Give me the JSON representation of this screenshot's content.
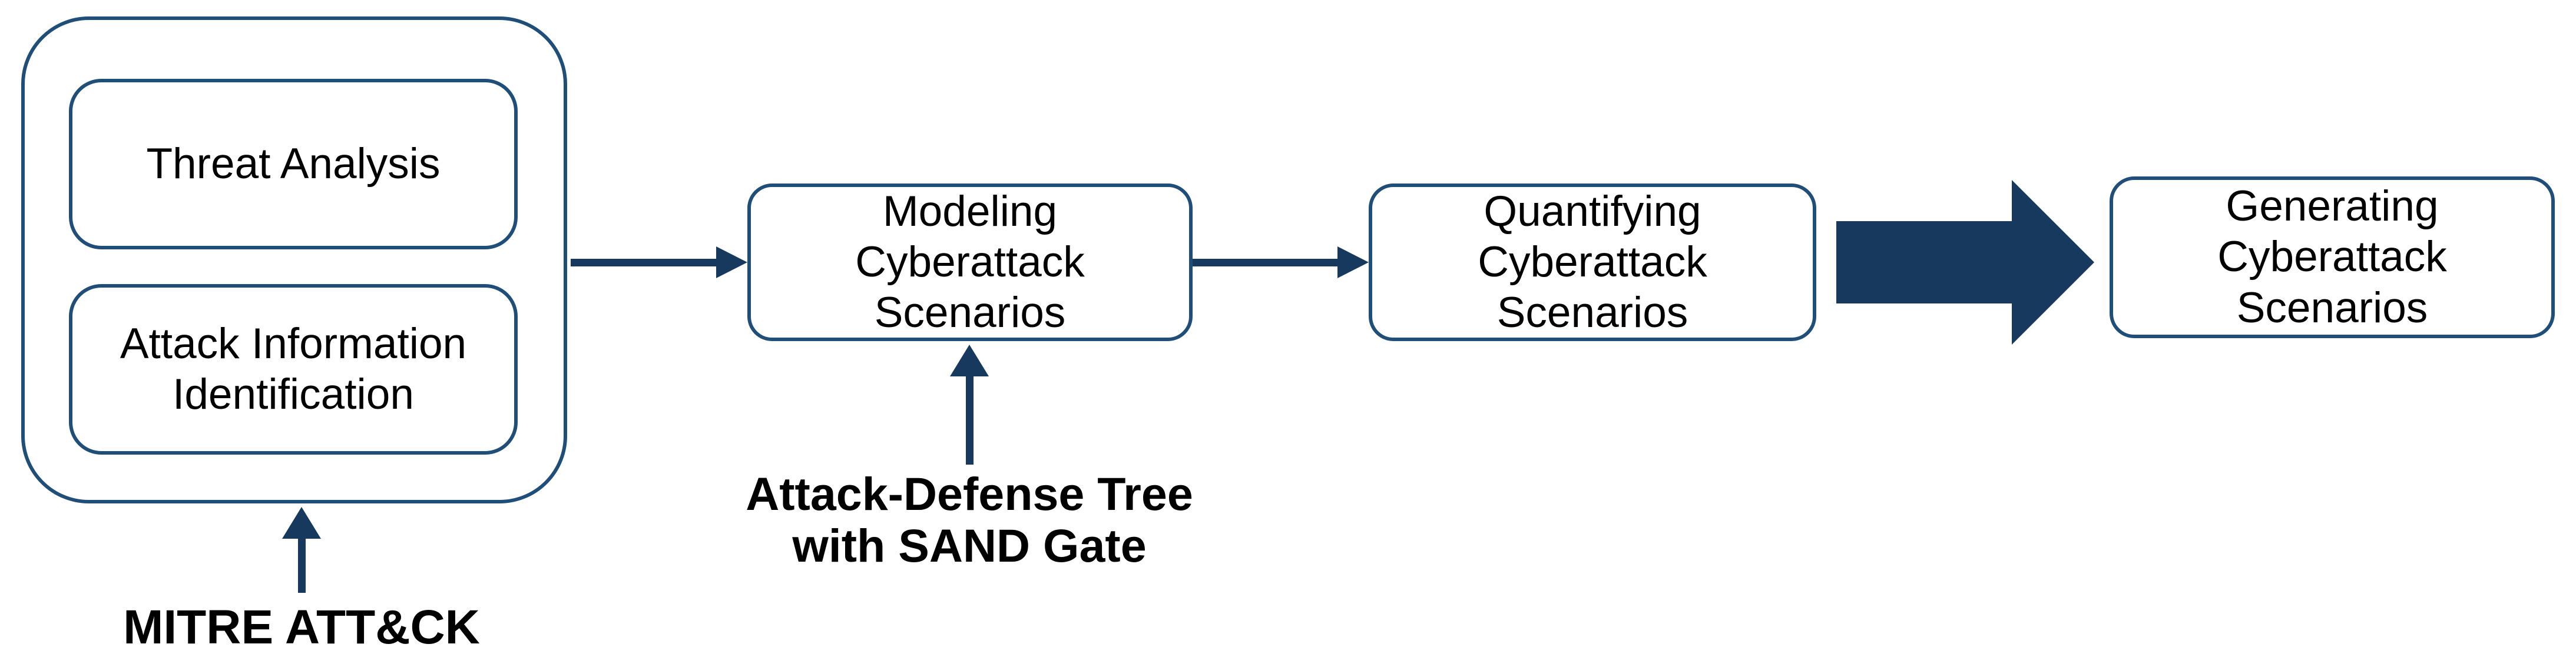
{
  "diagram": {
    "type": "flowchart",
    "group": {
      "items": [
        {
          "label": "Threat Analysis"
        },
        {
          "label": "Attack Information\nIdentification"
        }
      ],
      "annotation": "MITRE ATT&CK"
    },
    "stages": [
      {
        "label": "Modeling\nCyberattack\nScenarios",
        "annotation": "Attack-Defense Tree\nwith SAND Gate"
      },
      {
        "label": "Quantifying\nCyberattack\nScenarios"
      },
      {
        "label": "Generating\nCyberattack\nScenarios"
      }
    ],
    "colors": {
      "box_border": "#1F4E79",
      "arrow_fill": "#17395E",
      "text": "#000000",
      "background": "#FFFFFF"
    }
  }
}
